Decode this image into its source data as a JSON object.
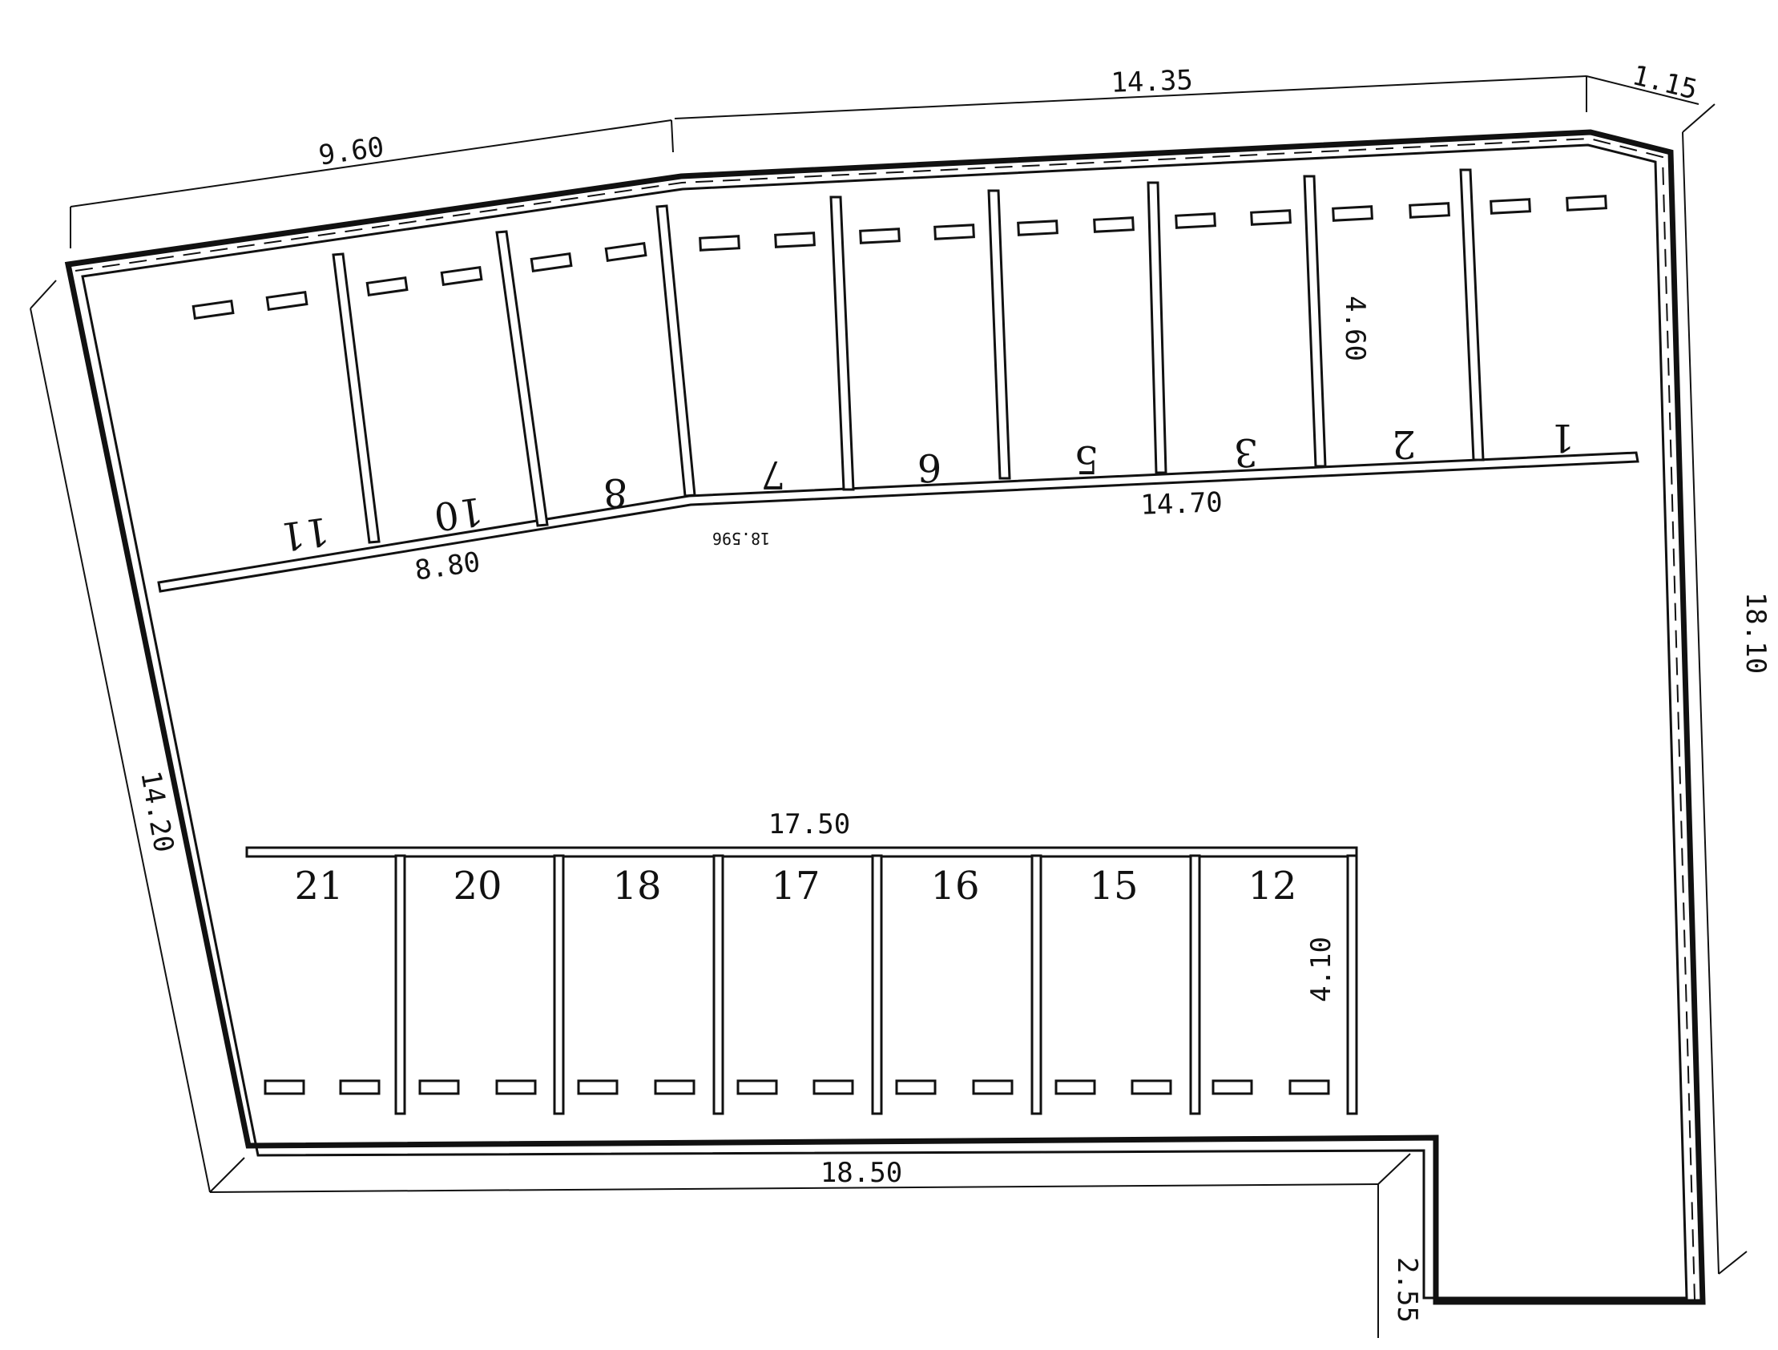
{
  "colors": {
    "line": "#111111",
    "background": "#ffffff"
  },
  "dimensions": {
    "top_left": "9.60",
    "top_mid": "14.35",
    "top_right": "1.15",
    "right": "18.10",
    "left": "14.20",
    "bottom": "18.50",
    "bottom_step": "2.55",
    "upper_row_depth": "4.60",
    "upper_row_left": "8.80",
    "upper_row_total": "18.596",
    "upper_row_right": "14.70",
    "lower_row_width": "17.50",
    "lower_row_depth": "4.10"
  },
  "upper_stalls": [
    "1",
    "2",
    "3",
    "5",
    "6",
    "7",
    "8",
    "10",
    "11"
  ],
  "lower_stalls": [
    "21",
    "20",
    "18",
    "17",
    "16",
    "15",
    "12"
  ]
}
